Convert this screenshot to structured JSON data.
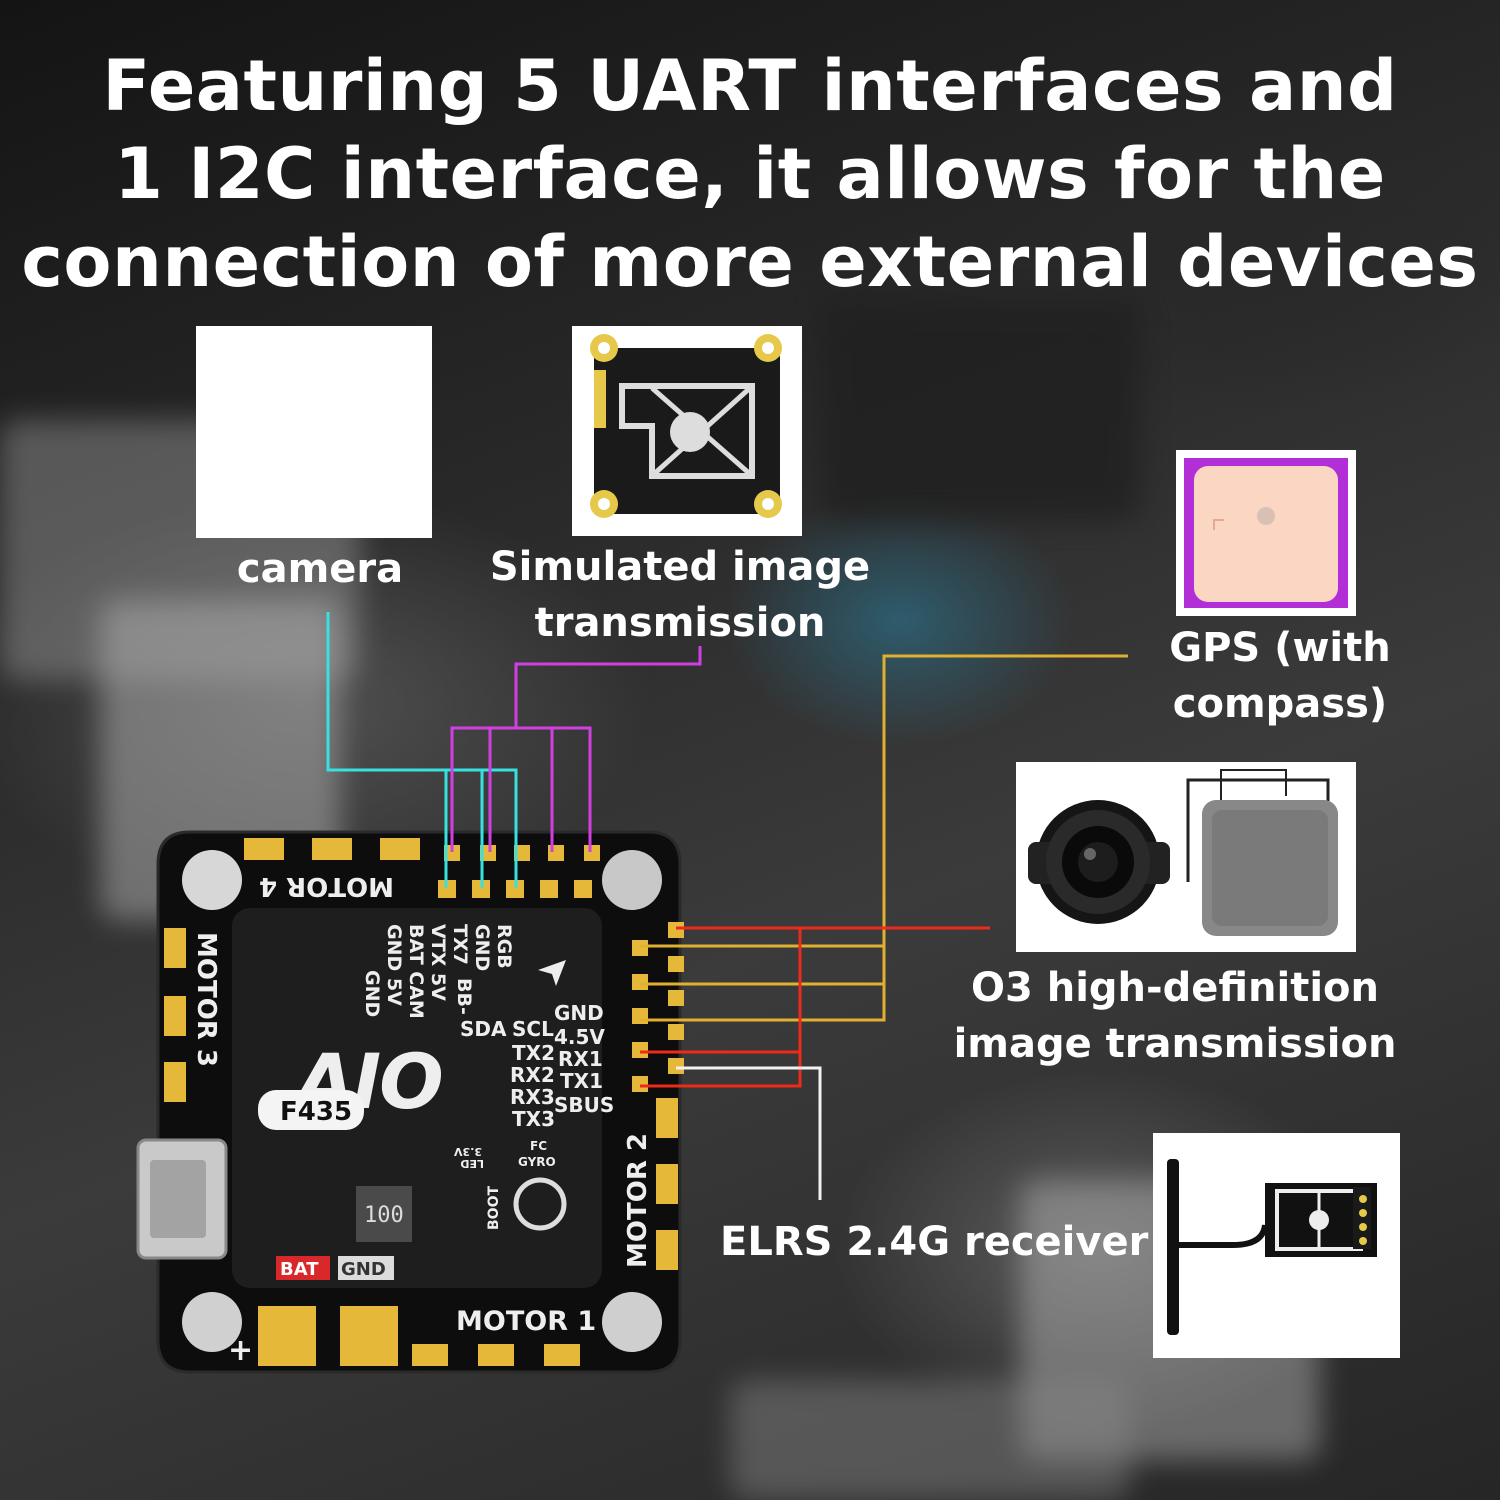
{
  "headline": {
    "line1": "Featuring 5 UART interfaces and",
    "line2": "1 I2C interface, it allows for the",
    "line3": "connection of more external devices"
  },
  "devices": {
    "camera": "camera",
    "simulated_vtx_line1": "Simulated image",
    "simulated_vtx_line2": "transmission",
    "gps_line1": "GPS (with",
    "gps_line2": "compass)",
    "o3_line1": "O3 high-definition",
    "o3_line2": "image transmission",
    "elrs": "ELRS 2.4G receiver"
  },
  "board": {
    "motor1": "MOTOR 1",
    "motor2": "MOTOR 2",
    "motor3": "MOTOR 3",
    "motor4": "MOTOR 4",
    "logo": "AIO",
    "model": "F435",
    "chip": "100",
    "bat": "BAT",
    "gnd": "GND",
    "boot": "BOOT",
    "plus": "+",
    "led1": "3.3V",
    "led2": "LED",
    "fc1": "FC",
    "fc2": "GYRO",
    "top_pins": [
      "RGB",
      "GND",
      "TX7",
      "VTX 5V",
      "BAT CAM",
      "GND 5V",
      "GND",
      "BB-"
    ],
    "right_pins_left": [
      "SDA",
      "SCL",
      "TX2",
      "RX2",
      "RX3",
      "TX3"
    ],
    "right_pins_right": [
      "GND",
      "4.5V",
      "RX1",
      "TX1",
      "SBUS"
    ]
  },
  "colors": {
    "cyan": "#39e0e0",
    "magenta": "#d040e0",
    "gold": "#e0b030",
    "red": "#ee2a1a",
    "white_line": "#f2f2f2",
    "pad_gold": "#e6b83a"
  }
}
